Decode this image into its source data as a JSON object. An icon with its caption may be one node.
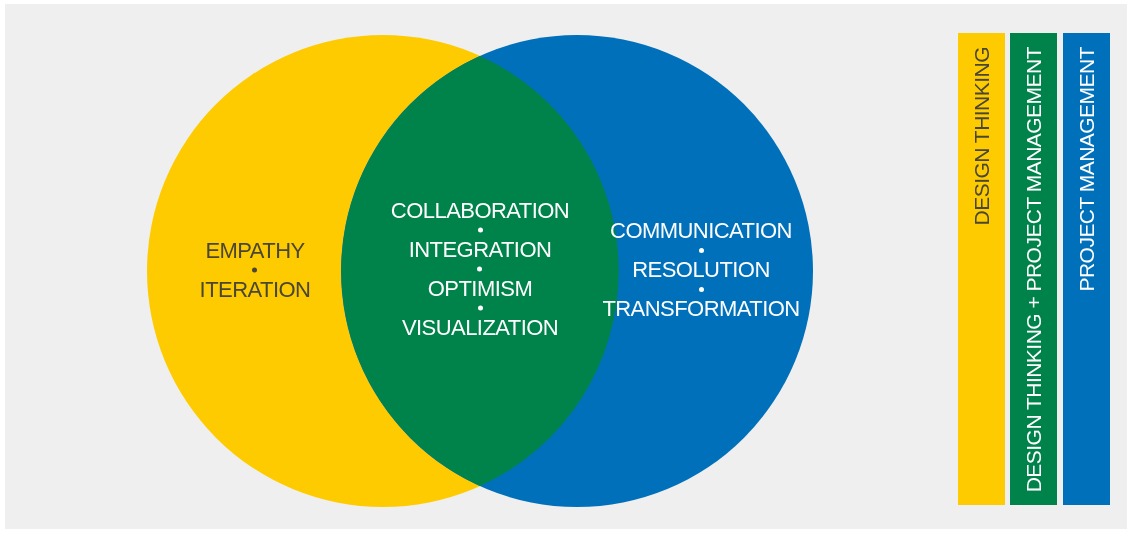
{
  "diagram": {
    "nodes": [
      {
        "text": [
          "EMPATHY",
          "ITERATION"
        ]
      },
      {
        "text": [
          "COMMUNICATION",
          "RESOLUTION",
          "TRANSFORMATION"
        ]
      },
      {
        "text": [
          "COLLABORATION",
          "INTEGRATION",
          "OPTIMISM",
          "VISUALIZATION"
        ]
      }
    ],
    "legend": [
      {
        "text": "DESIGN THINKING",
        "color": "#fecb00"
      },
      {
        "text": "DESIGN THINKING + PROJECT MANAGEMENT",
        "color": "#00834a"
      },
      {
        "text": "PROJECT MANAGEMENT",
        "color": "#0070bb"
      }
    ]
  }
}
